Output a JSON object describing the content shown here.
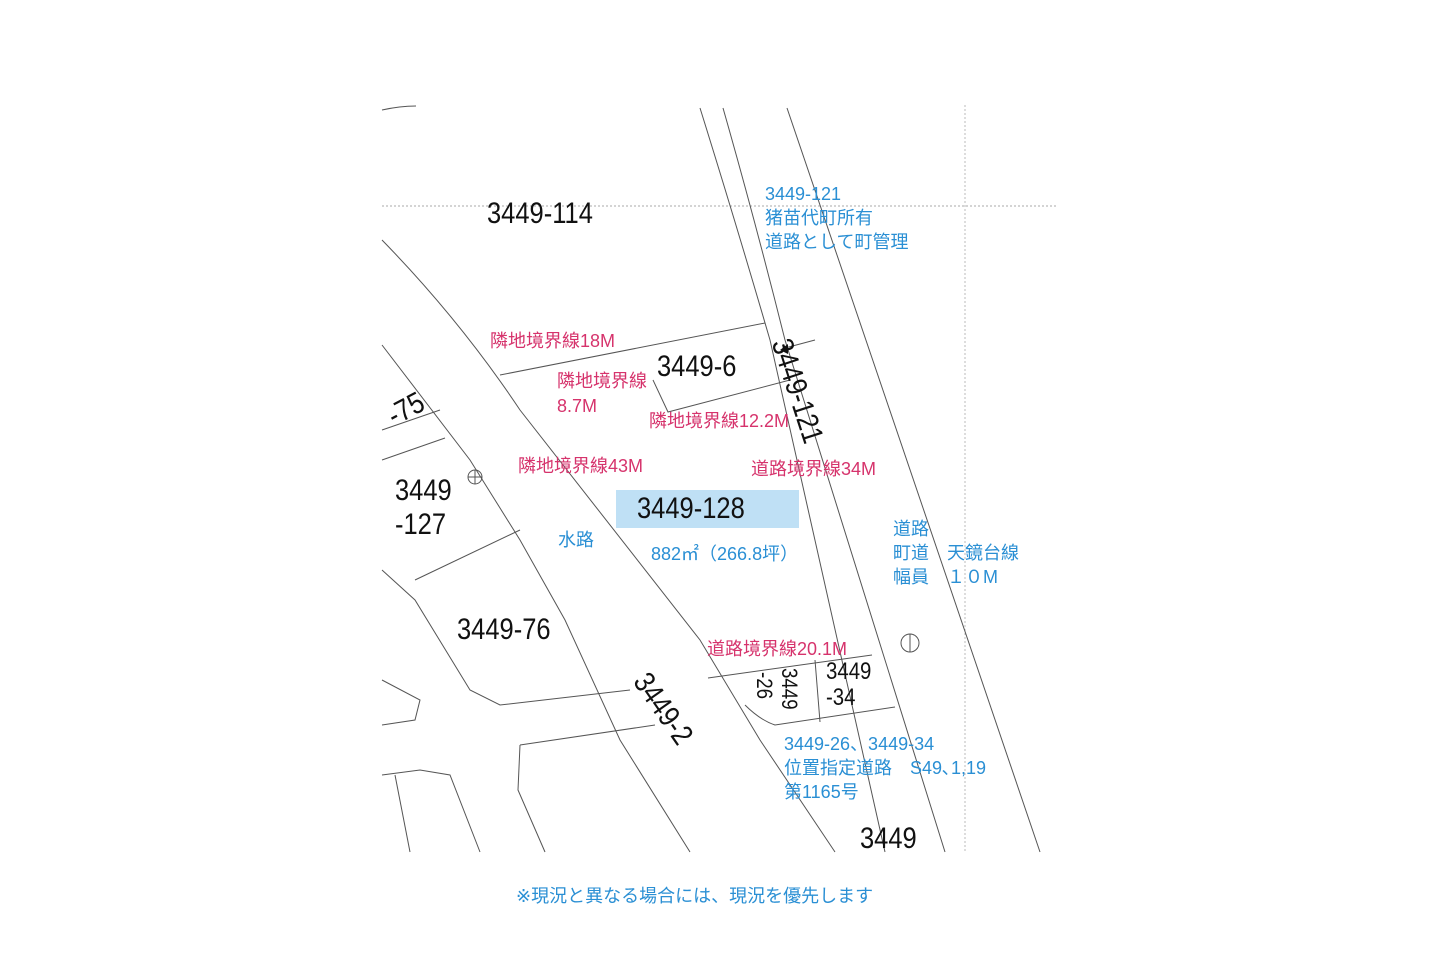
{
  "parcels": {
    "p114": "3449-114",
    "p121": "3449-121",
    "p6": "3449-6",
    "p75": "-75",
    "p127a": "3449",
    "p127b": "-127",
    "p128": "3449-128",
    "p76": "3449-76",
    "p2": "3449-2",
    "p26a": "3449",
    "p26b": "-26",
    "p34a": "3449",
    "p34b": "-34",
    "p3449": "3449"
  },
  "boundary_labels": {
    "b18": "隣地境界線18M",
    "b87a": "隣地境界線",
    "b87b": "8.7M",
    "b122": "隣地境界線12.2M",
    "b43": "隣地境界線43M",
    "r34": "道路境界線34M",
    "r201": "道路境界線20.1M"
  },
  "notes": {
    "n121_1": "3449-121",
    "n121_2": "猪苗代町所有",
    "n121_3": "道路として町管理",
    "water": "水路",
    "area": "882㎡（266.8坪）",
    "road1": "道路",
    "road2": "町道　天鏡台線",
    "road3": "幅員　１０M",
    "pos1": "3449-26、3449-34",
    "pos2": "位置指定道路　S49､1,19",
    "pos3": "第1165号"
  },
  "footer": "※現況と異なる場合には、現況を優先します",
  "colors": {
    "highlight": "#bfe0f5",
    "boundary": "#d6336c",
    "note": "#2a8fd4"
  }
}
